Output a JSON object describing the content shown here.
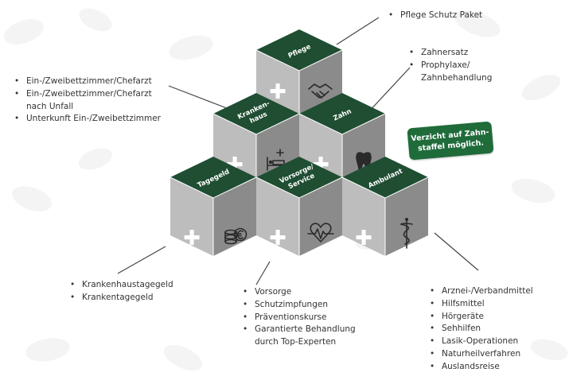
{
  "cubes": {
    "pflege": {
      "label": "Pflege",
      "icon": "handshake-icon"
    },
    "krankenhaus": {
      "label_line1": "Kranken-",
      "label_line2": "haus",
      "icon": "hospital-bed-icon"
    },
    "zahn": {
      "label": "Zahn",
      "icon": "tooth-icon"
    },
    "tagegeld": {
      "label": "Tagegeld",
      "icon": "coins-icon"
    },
    "vorsorge": {
      "label_line1": "Vorsorge/",
      "label_line2": "Service",
      "icon": "heart-pulse-icon"
    },
    "ambulant": {
      "label": "Ambulant",
      "icon": "caduceus-icon"
    },
    "plus_symbol": "✚"
  },
  "lists": {
    "pflege": [
      "Pflege Schutz Paket"
    ],
    "zahn": [
      "Zahnersatz",
      "Prophylaxe/",
      "Zahnbehandlung"
    ],
    "krankenhaus": [
      "Ein-/Zweibettzimmer/Chefarzt",
      "Ein-/Zweibettzimmer/Chefarzt",
      "nach Unfall",
      "Unterkunft Ein-/Zweibettzimmer"
    ],
    "tagegeld": [
      "Krankenhaustagegeld",
      "Krankentagegeld"
    ],
    "vorsorge": [
      "Vorsorge",
      "Schutzimpfungen",
      "Präventionskurse",
      "Garantierte Behandlung",
      "durch Top-Experten"
    ],
    "ambulant": [
      "Arznei-/Verbandmittel",
      "Hilfsmittel",
      "Hörgeräte",
      "Sehhilfen",
      "Lasik-Operationen",
      "Naturheilverfahren",
      "Auslandsreise"
    ]
  },
  "badge": {
    "line1": "Verzicht auf Zahn-",
    "line2": "staffel möglich."
  },
  "colors": {
    "top_face": "#1f4e32",
    "left_face": "#bdbdbd",
    "right_face": "#8b8b8b",
    "badge": "#1f6b3a",
    "text": "#333333"
  }
}
